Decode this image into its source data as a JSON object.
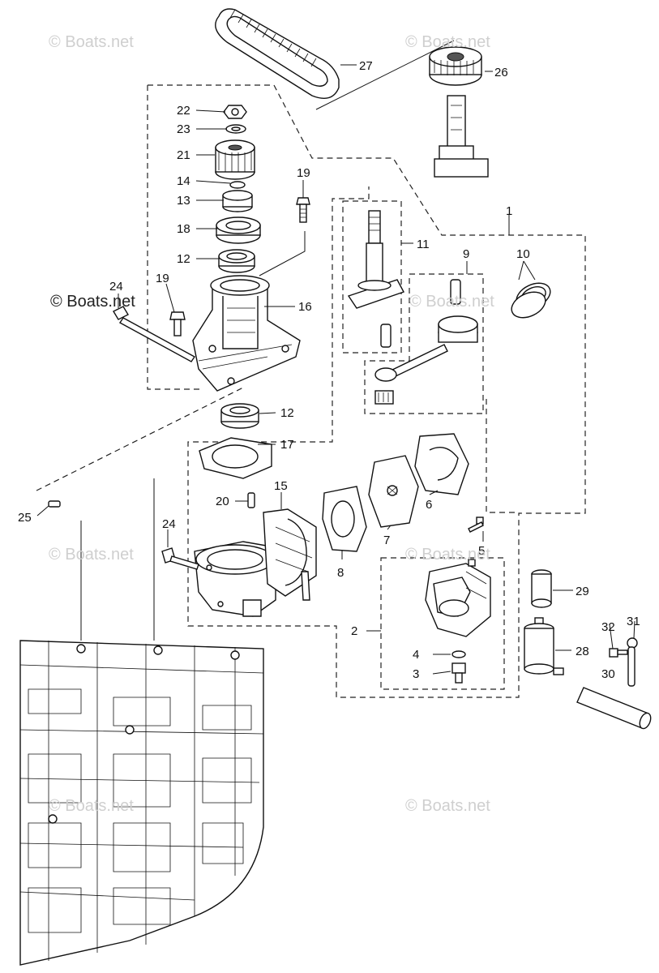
{
  "watermarks": [
    "© Boats.net",
    "© Boats.net",
    "© Boats.net",
    "© Boats.net",
    "© Boats.net",
    "© Boats.net",
    "© Boats.net",
    "© Boats.net"
  ],
  "watermark_prominent": "© Boats.net",
  "callouts": [
    "27",
    "26",
    "22",
    "23",
    "21",
    "19",
    "14",
    "13",
    "18",
    "12",
    "24",
    "19",
    "16",
    "1",
    "11",
    "9",
    "10",
    "12",
    "17",
    "15",
    "20",
    "24",
    "25",
    "8",
    "7",
    "6",
    "5",
    "2",
    "4",
    "3",
    "29",
    "28",
    "32",
    "31",
    "30"
  ]
}
